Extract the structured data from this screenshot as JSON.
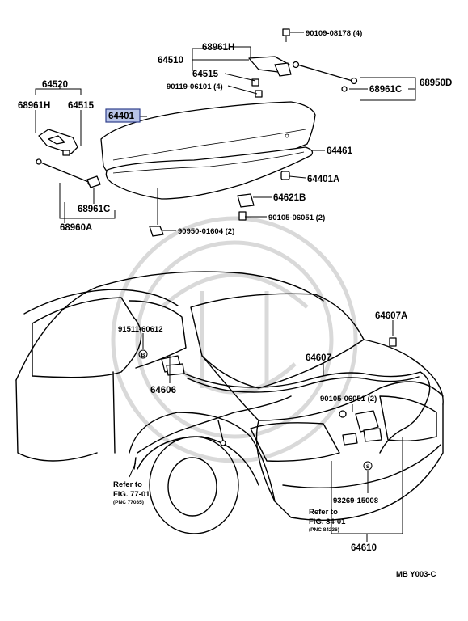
{
  "diagram": {
    "highlight_color": "#b8c4e8",
    "labels": {
      "p90109_08178": "90109-08178 (4)",
      "p68961H_top": "68961H",
      "p64510": "64510",
      "p64515_top": "64515",
      "p90119_06101": "90119-06101 (4)",
      "p68961C_right": "68961C",
      "p68950D": "68950D",
      "p64520": "64520",
      "p68961H_left": "68961H",
      "p64515_left": "64515",
      "p64401": "64401",
      "p64461": "64461",
      "p64401A": "64401A",
      "p64621B": "64621B",
      "p90105_06051_top": "90105-06051 (2)",
      "p68961C_left": "68961C",
      "p68960A": "68960A",
      "p90950_01604": "90950-01604 (2)",
      "p64607A": "64607A",
      "p91511_60612": "91511-60612",
      "p64607": "64607",
      "p64606": "64606",
      "p90105_06051_bottom": "90105-06051 (2)",
      "p93269_15008": "93269-15008",
      "p64610": "64610"
    },
    "refs": {
      "ref1_line1": "Refer to",
      "ref1_line2": "FIG. 77-01",
      "ref1_line3": "(PNC 77035)",
      "ref2_line1": "Refer to",
      "ref2_line2": "FIG. 84-01",
      "ref2_line3": "(PNC 84236)"
    },
    "marks": {
      "circle_b": "B",
      "circle_s": "S"
    },
    "code": "MB  Y003-C"
  }
}
